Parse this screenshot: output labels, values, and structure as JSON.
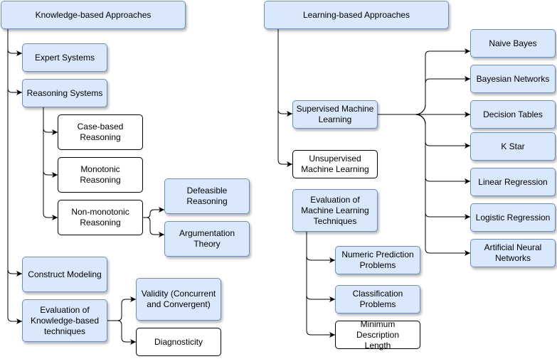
{
  "diagram": {
    "knowledge_based": {
      "title": "Knowledge-based Approaches",
      "expert_systems": "Expert Systems",
      "reasoning_systems": "Reasoning Systems",
      "case_based": "Case-based\nReasoning",
      "monotonic": "Monotonic\nReasoning",
      "non_monotonic": "Non-monotonic\nReasoning",
      "defeasible": "Defeasible\nReasoning",
      "argumentation": "Argumentation\nTheory",
      "construct_modeling": "Construct Modeling",
      "evaluation": "Evaluation of\nKnowledge-based\ntechniques",
      "validity": "Validity (Concurrent\nand Convergent)",
      "diagnosticity": "Diagnosticity"
    },
    "learning_based": {
      "title": "Learning-based Approaches",
      "supervised": "Supervised Machine\nLearning",
      "unsupervised": "Unsupervised\nMachine Learning",
      "evaluation": "Evaluation of\nMachine Learning\nTechniques",
      "numeric_prediction": "Numeric Prediction\nProblems",
      "classification": "Classification\nProblems",
      "mdl": "Minimum Description\nLength",
      "naive_bayes": "Naive Bayes",
      "bayesian_networks": "Bayesian Networks",
      "decision_tables": "Decision Tables",
      "k_star": "K Star",
      "linear_regression": "Linear Regression",
      "logistic_regression": "Logistic Regression",
      "ann": "Artificial Neural\nNetworks"
    }
  }
}
